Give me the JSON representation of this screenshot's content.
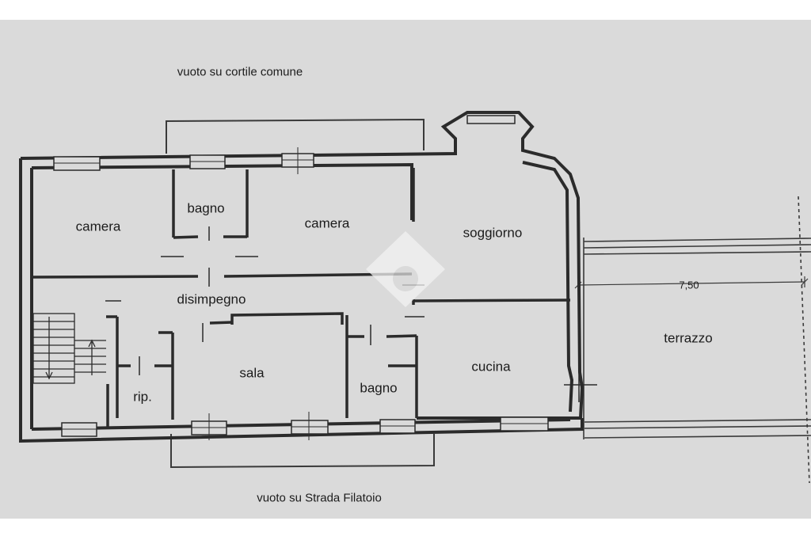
{
  "plan": {
    "notes": {
      "top": "vuoto su cortile comune",
      "bottom": "vuoto su Strada Filatoio"
    },
    "rooms": {
      "camera_1": "camera",
      "bagno_1": "bagno",
      "camera_2": "camera",
      "soggiorno": "soggiorno",
      "disimpegno": "disimpegno",
      "sala": "sala",
      "rip": "rip.",
      "bagno_2": "bagno",
      "cucina": "cucina",
      "terrazzo": "terrazzo"
    },
    "dimension": "7,50"
  },
  "colors": {
    "paper": "#dadada",
    "wall": "#2b2b2b",
    "frame": "#3a3a3a",
    "watermark": "#f2f2f2"
  }
}
